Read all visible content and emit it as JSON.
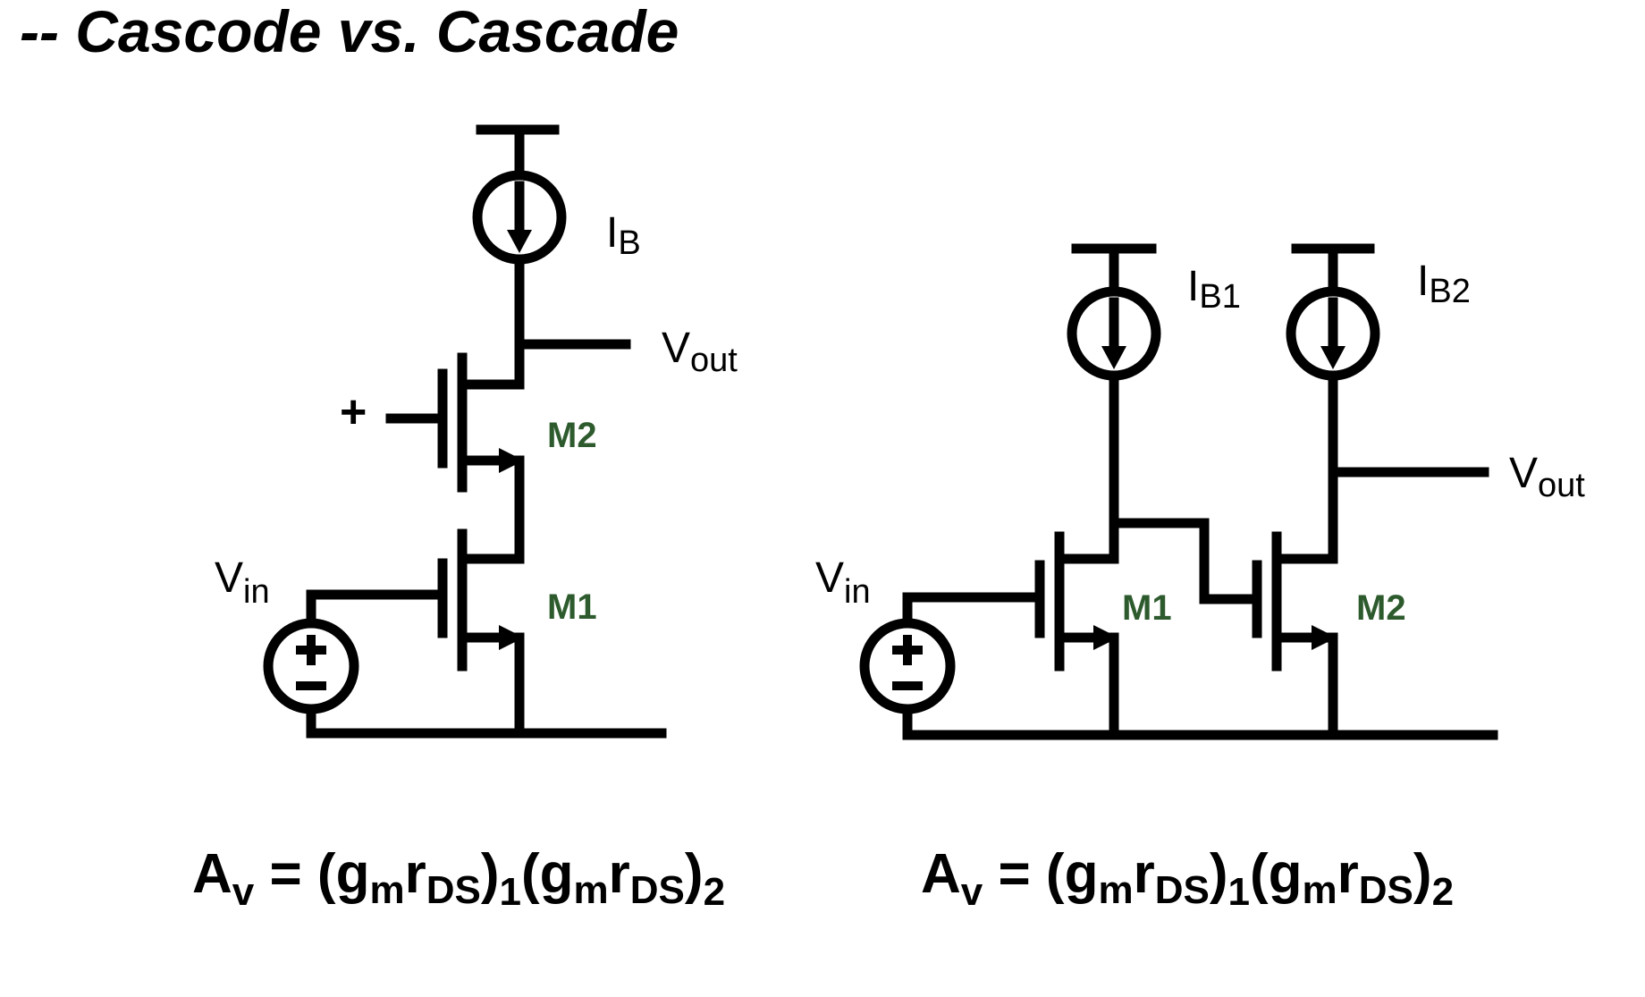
{
  "title": "-- Cascode vs. Cascade",
  "colors": {
    "wire": "#000000",
    "device_label": "#2e5b2e",
    "background": "#ffffff"
  },
  "cascode": {
    "bias_current": {
      "main": "I",
      "sub": "B"
    },
    "output": {
      "main": "V",
      "sub": "out"
    },
    "input": {
      "main": "V",
      "sub": "in"
    },
    "gate_bias": "+",
    "transistors": [
      "M2",
      "M1"
    ],
    "source_symbols": {
      "plus": "+",
      "minus": "−"
    },
    "gain": {
      "lhs": "A",
      "lhs_sub": "v",
      "eq": " = (g",
      "m1": "m",
      "r1": "r",
      "ds1": "DS",
      "close1": ")",
      "idx1": "1",
      "open2": "(g",
      "m2": "m",
      "r2": "r",
      "ds2": "DS",
      "close2": ")",
      "idx2": "2"
    }
  },
  "cascade": {
    "bias_current_1": {
      "main": "I",
      "sub": "B1"
    },
    "bias_current_2": {
      "main": "I",
      "sub": "B2"
    },
    "output": {
      "main": "V",
      "sub": "out"
    },
    "input": {
      "main": "V",
      "sub": "in"
    },
    "transistors": [
      "M1",
      "M2"
    ],
    "source_symbols": {
      "plus": "+",
      "minus": "−"
    },
    "gain": {
      "lhs": "A",
      "lhs_sub": "v",
      "eq": " = (g",
      "m1": "m",
      "r1": "r",
      "ds1": "DS",
      "close1": ")",
      "idx1": "1",
      "open2": "(g",
      "m2": "m",
      "r2": "r",
      "ds2": "DS",
      "close2": ")",
      "idx2": "2"
    }
  }
}
